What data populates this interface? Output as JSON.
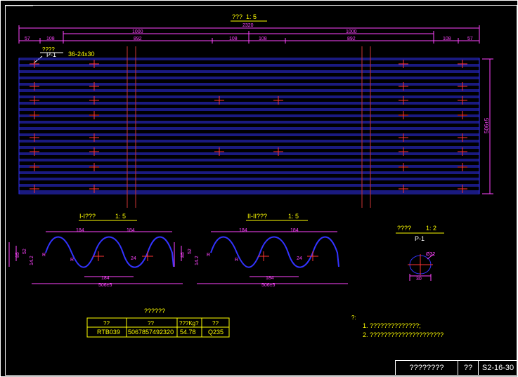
{
  "plan": {
    "title": "???",
    "scale": "1: 5",
    "dim_total": "2320",
    "dim_half_left": "1000",
    "dim_half_right": "1000",
    "dims_bottom": [
      "57",
      "108",
      "892",
      "108",
      "108",
      "892",
      "108",
      "57"
    ],
    "side_dim": "506±5",
    "hole_tag": "????",
    "hole_ref": "P-1",
    "hole_spec": "36-24x30"
  },
  "section1": {
    "title": "I-I???",
    "scale": "1: 5",
    "top_dims": [
      "184",
      "184"
    ],
    "bottom_dim": "184",
    "overall_dim": "506±5",
    "left_dims": [
      "85",
      "52",
      "14.2"
    ],
    "mid_dims": [
      "R",
      "R",
      "24"
    ]
  },
  "section2": {
    "title": "II-II???",
    "scale": "1: 5",
    "top_dims": [
      "184",
      "184"
    ],
    "bottom_dim": "184",
    "overall_dim": "506±5",
    "left_dims": [
      "85",
      "52",
      "14.2"
    ],
    "mid_dims": [
      "R",
      "R",
      "24"
    ]
  },
  "detail": {
    "title": "????",
    "scale": "1: 2",
    "ref": "P-1",
    "dia": "Ø32",
    "width": "30"
  },
  "material_table": {
    "title": "??????",
    "headers": [
      "??",
      "??",
      "???Kg?",
      "??"
    ],
    "row": [
      "RTB039",
      "5067857492320",
      "54.78",
      "Q235"
    ]
  },
  "notes": {
    "heading": "?:",
    "items": [
      "1. ??????????????;",
      "2. ?????????????????????"
    ]
  },
  "titleblock": {
    "name": "????????",
    "label": "??",
    "code": "S2-16-30"
  }
}
